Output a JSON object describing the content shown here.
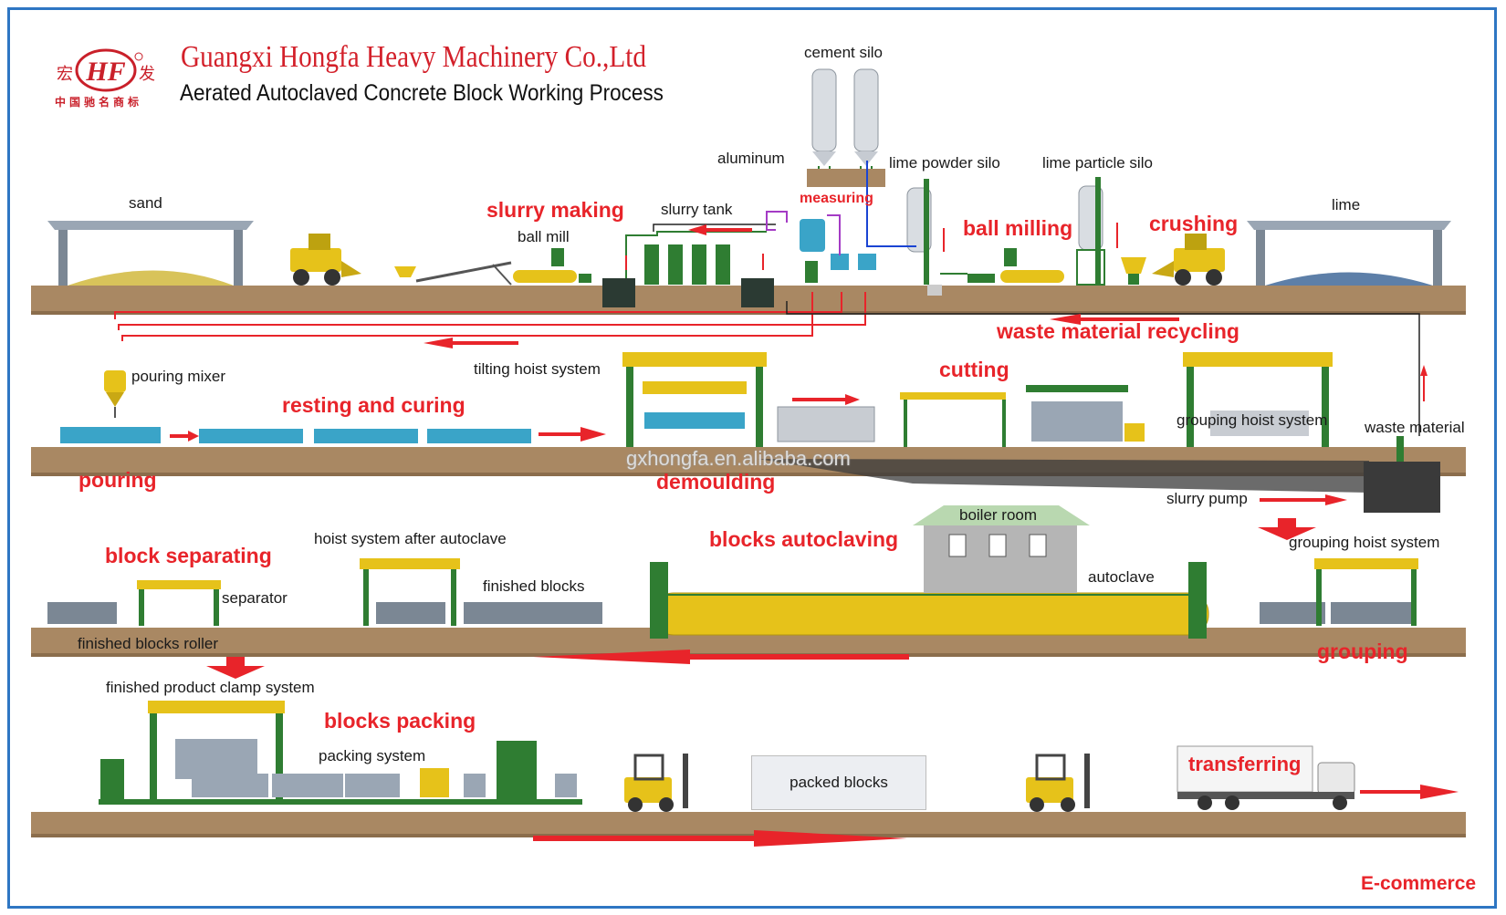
{
  "header": {
    "company": "Guangxi Hongfa Heavy Machinery Co.,Ltd",
    "subtitle": "Aerated Autoclaved Concrete Block Working Process",
    "logo_letters": "HF",
    "logo_left_char": "宏",
    "logo_right_char": "发",
    "logo_tagline": "中国驰名商标"
  },
  "colors": {
    "frame": "#2e76c3",
    "stage_label": "#e8242a",
    "ground": "#a98863",
    "machine_green": "#2f7d32",
    "machine_yellow": "#e6c21a",
    "mold_blue": "#3aa4c8"
  },
  "stages": {
    "slurry_making": "slurry making",
    "ball_milling": "ball milling",
    "crushing": "crushing",
    "measuring": "measuring",
    "waste_material_recycling": "waste material recycling",
    "resting_and_curing": "resting and curing",
    "cutting": "cutting",
    "pouring": "pouring",
    "demoulding": "demoulding",
    "block_separating": "block separating",
    "blocks_autoclaving": "blocks autoclaving",
    "grouping": "grouping",
    "blocks_packing": "blocks packing",
    "transferring": "transferring",
    "e_commerce": "E-commerce"
  },
  "labels": {
    "sand": "sand",
    "lime": "lime",
    "cement_silo": "cement silo",
    "aluminum": "aluminum",
    "lime_powder_silo": "lime powder silo",
    "lime_particle_silo": "lime particle silo",
    "slurry_tank": "slurry tank",
    "ball_mill": "ball mill",
    "pouring_mixer": "pouring mixer",
    "tilting_hoist_system": "tilting hoist system",
    "grouping_hoist_system_row2": "grouping hoist system",
    "waste_material": "waste material",
    "slurry_pump": "slurry pump",
    "boiler_room": "boiler room",
    "autoclave": "autoclave",
    "hoist_system_after_autoclave": "hoist system after autoclave",
    "finished_blocks": "finished blocks",
    "separator": "separator",
    "finished_blocks_roller": "finished blocks roller",
    "grouping_hoist_system_row3": "grouping hoist system",
    "finished_product_clamp_system": "finished product clamp system",
    "packing_system": "packing system",
    "packed_blocks": "packed blocks"
  },
  "watermark": "gxhongfa.en.alibaba.com"
}
